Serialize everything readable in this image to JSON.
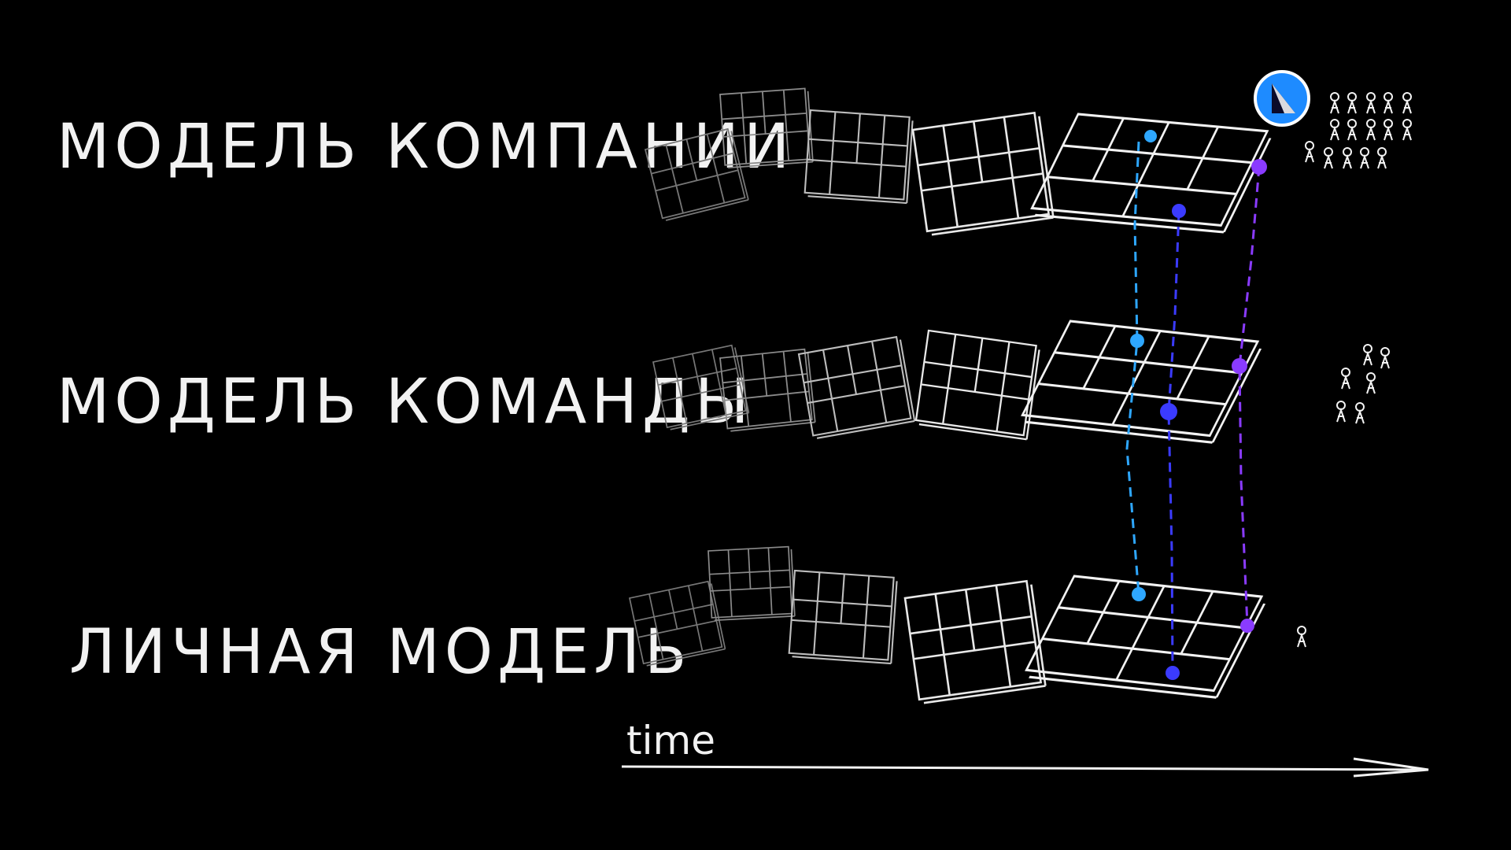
{
  "rows": [
    {
      "label": "МОДЕЛЬ КОМПАНИИ",
      "people_count": 15
    },
    {
      "label": "МОДЕЛЬ КОМАНДЫ",
      "people_count": 6
    },
    {
      "label": "ЛИЧНАЯ МОДЕЛЬ",
      "people_count": 1
    }
  ],
  "axis": {
    "label": "time"
  },
  "colors": {
    "background": "#000000",
    "chalk": "#f2f2f2",
    "link_blue_light": "#2ea7ff",
    "link_blue": "#3b3bff",
    "link_purple": "#8a3bff"
  },
  "logo": {
    "icon": "logo-icon"
  }
}
